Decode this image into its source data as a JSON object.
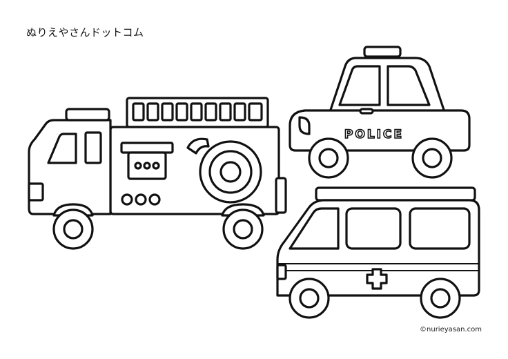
{
  "header": {
    "site_title": "ぬりえやさんドットコム"
  },
  "footer": {
    "copyright": "©nurieyasan.com"
  },
  "illustrations": {
    "police_car": {
      "label": "POLICE",
      "icon": "police-car-icon"
    },
    "fire_truck": {
      "icon": "fire-truck-icon"
    },
    "ambulance": {
      "icon": "ambulance-icon"
    }
  },
  "colors": {
    "line": "#111111",
    "paper": "#ffffff"
  }
}
